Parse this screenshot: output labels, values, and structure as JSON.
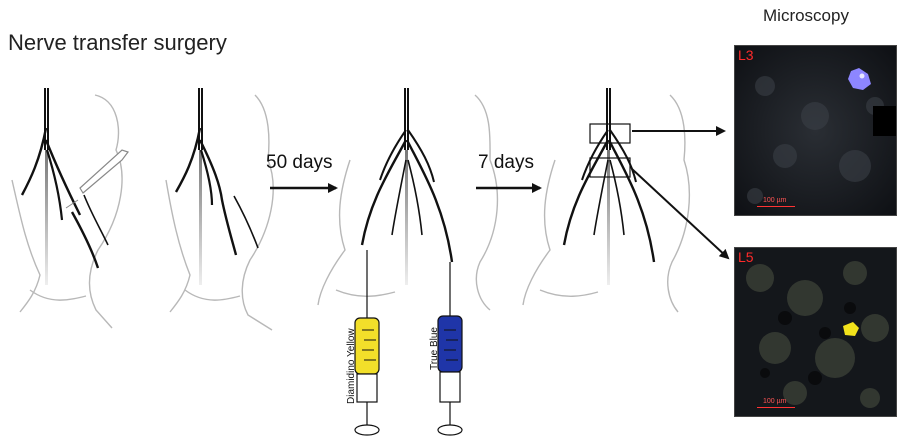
{
  "title": "Nerve transfer surgery",
  "microscopy_title": "Microscopy",
  "steps": [
    {
      "label": "50 days"
    },
    {
      "label": "7 days"
    }
  ],
  "dyes": [
    {
      "label": "Diamidino Yellow",
      "color": "#f2df2a"
    },
    {
      "label": "True Blue",
      "color": "#1f35a8"
    }
  ],
  "panels": [
    {
      "label": "L3",
      "scale": "100 µm",
      "cell_color": "#8d86ff"
    },
    {
      "label": "L5",
      "scale": "100 µm",
      "cell_color": "#f2e21b"
    }
  ],
  "colors": {
    "label_red": "#ff2a2a",
    "outline": "#b8b8b8",
    "nerve": "#111111"
  }
}
